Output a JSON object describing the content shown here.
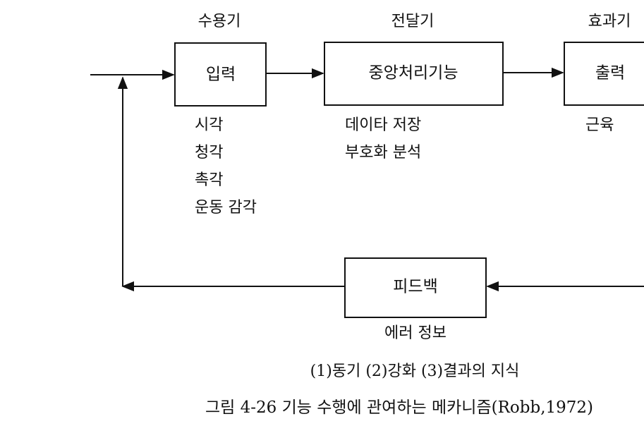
{
  "headers": {
    "receptor": "수용기",
    "transmitter": "전달기",
    "effector": "효과기"
  },
  "boxes": {
    "input": "입력",
    "central": "중앙처리기능",
    "output": "출력",
    "feedback": "피드백"
  },
  "receptor_items": [
    "시각",
    "청각",
    "촉각",
    "운동 감각"
  ],
  "transmitter_items": [
    "데이타 저장",
    "부호화 분석"
  ],
  "effector_items": [
    "근육"
  ],
  "feedback_label": "에러 정보",
  "feedback_types": "(1)동기 (2)강화 (3)결과의 지식",
  "caption": "그림 4-26 기능 수행에 관여하는 메카니즘(Robb,1972)",
  "colors": {
    "line": "#111111",
    "background": "#ffffff"
  }
}
